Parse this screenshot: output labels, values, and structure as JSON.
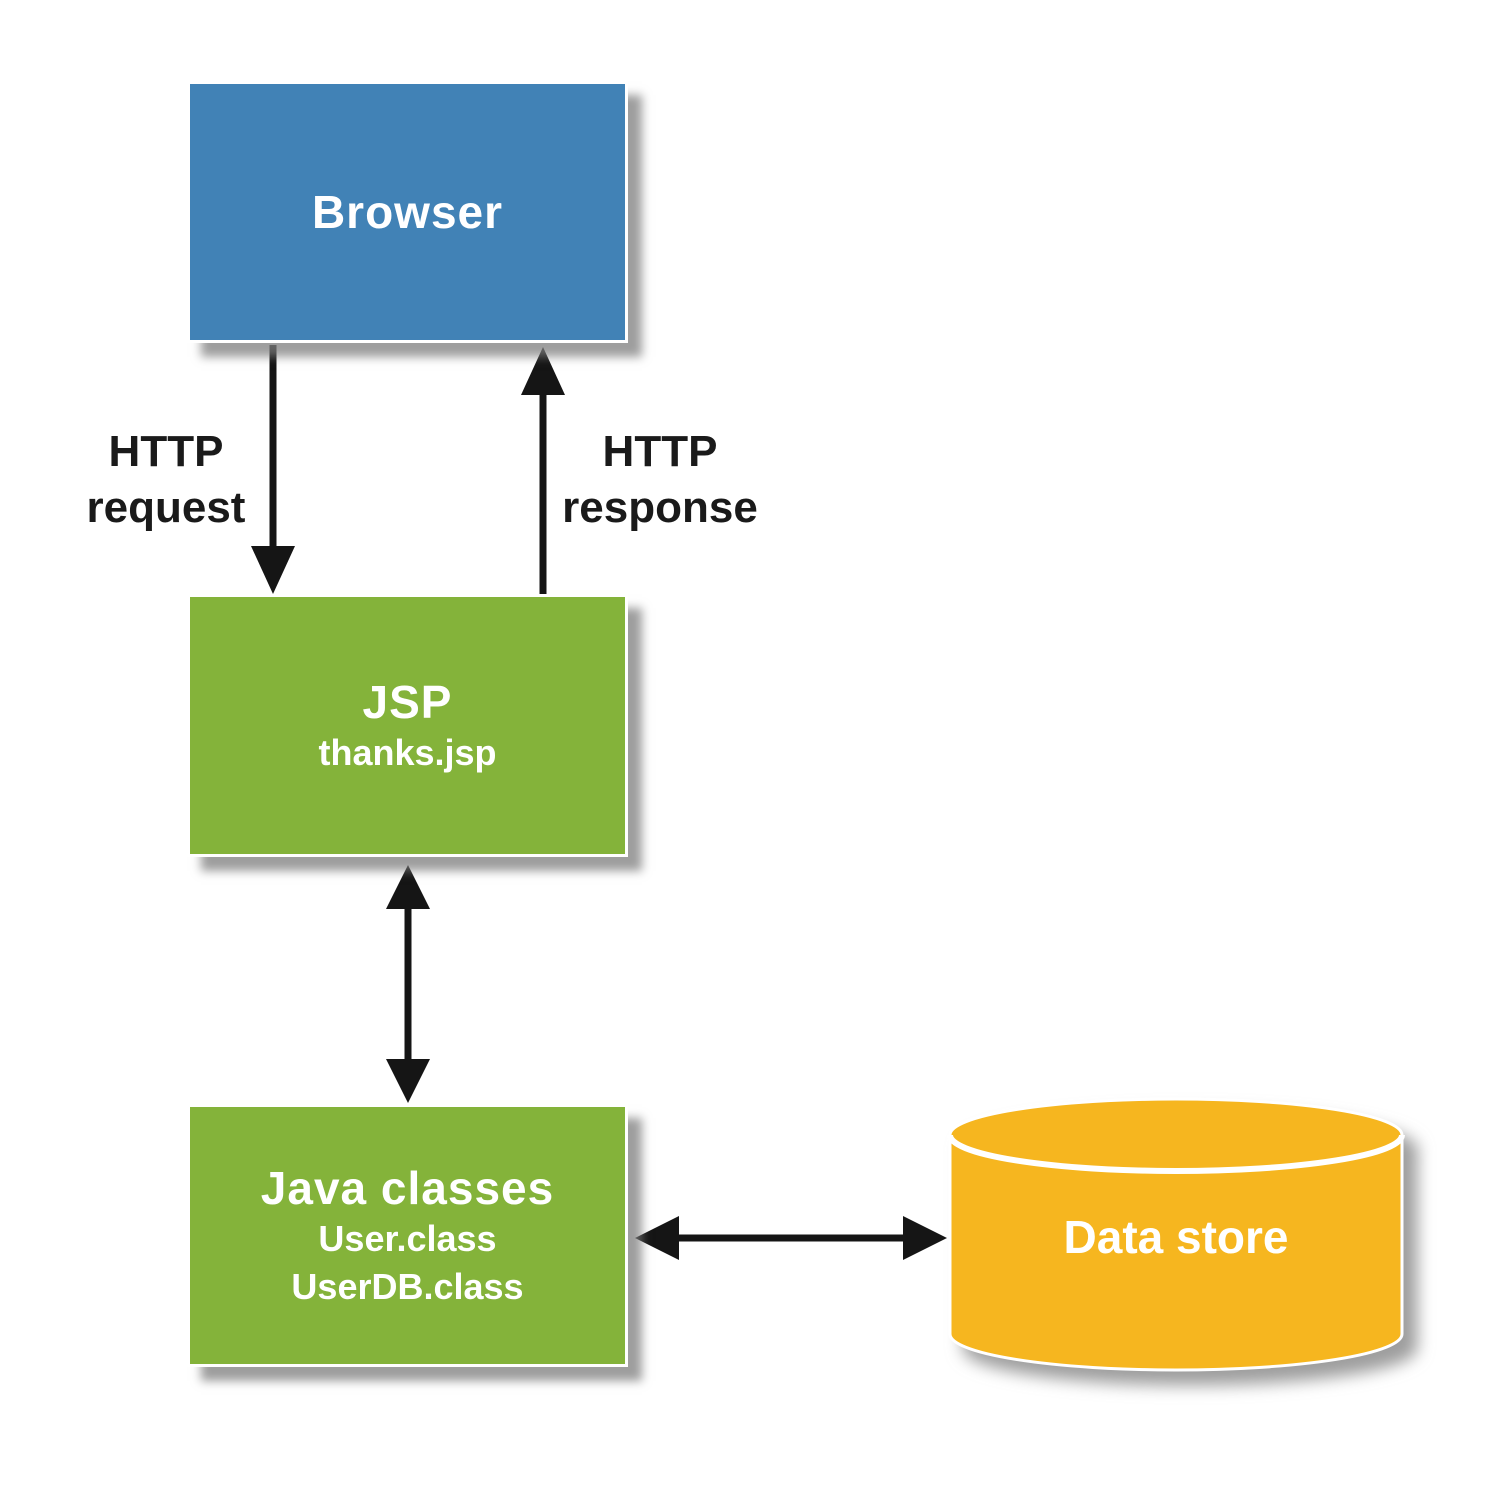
{
  "diagram": {
    "type": "architecture-flow",
    "nodes": {
      "browser": {
        "label": "Browser",
        "shape": "rectangle",
        "color": "#4182b6"
      },
      "jsp": {
        "label": "JSP",
        "sublabel": "thanks.jsp",
        "shape": "rectangle",
        "color": "#84b33a"
      },
      "java_classes": {
        "label": "Java classes",
        "sublabels": [
          "User.class",
          "UserDB.class"
        ],
        "shape": "rectangle",
        "color": "#84b33a"
      },
      "data_store": {
        "label": "Data store",
        "shape": "cylinder",
        "color": "#f6b61f"
      }
    },
    "edges": [
      {
        "name": "http-request",
        "from": "browser",
        "to": "jsp",
        "direction": "down",
        "label": {
          "line1": "HTTP",
          "line2": "request"
        }
      },
      {
        "name": "http-response",
        "from": "jsp",
        "to": "browser",
        "direction": "up",
        "label": {
          "line1": "HTTP",
          "line2": "response"
        }
      },
      {
        "name": "jsp-java",
        "from": "jsp",
        "to": "java_classes",
        "direction": "bidirectional-vertical",
        "label": null
      },
      {
        "name": "java-datastore",
        "from": "java_classes",
        "to": "data_store",
        "direction": "bidirectional-horizontal",
        "label": null
      }
    ],
    "colors": {
      "arrow": "#151515",
      "node_text": "#ffffff",
      "edge_label_text": "#1a1a1a",
      "shadow": "#7d7d7d",
      "background": "#ffffff"
    }
  }
}
